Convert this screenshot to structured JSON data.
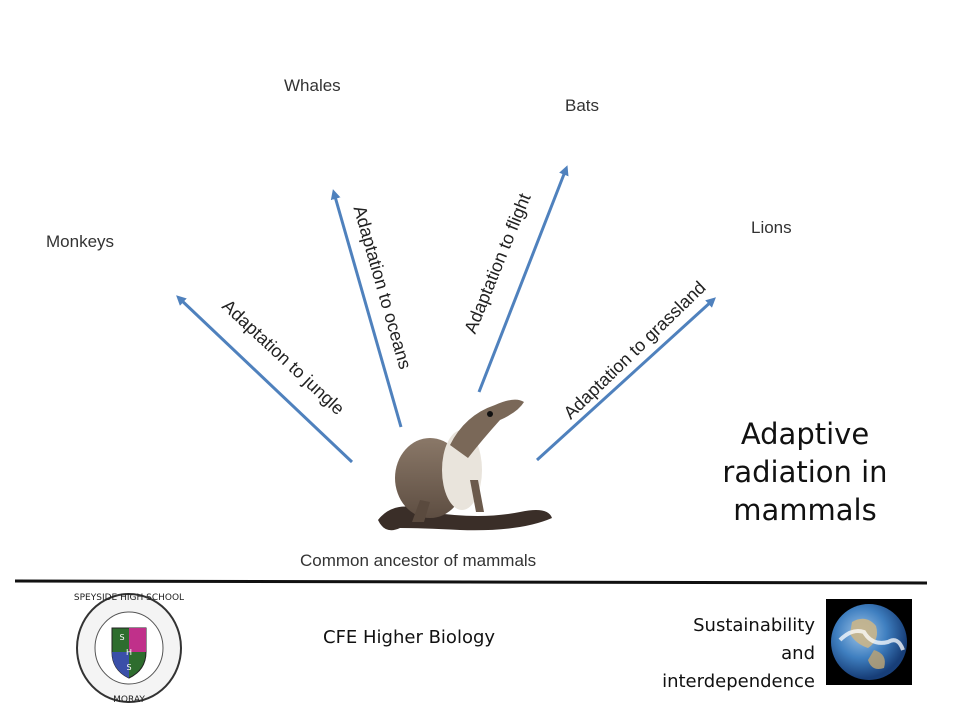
{
  "groups": {
    "whales": "Whales",
    "bats": "Bats",
    "monkeys": "Monkeys",
    "lions": "Lions"
  },
  "adaptations": {
    "jungle": "Adaptation to jungle",
    "oceans": "Adaptation to oceans",
    "flight": "Adaptation to flight",
    "grassland": "Adaptation to grassland"
  },
  "ancestor_label": "Common ancestor of mammals",
  "title_lines": [
    "Adaptive",
    "radiation in",
    "mammals"
  ],
  "footer": {
    "course": "CFE Higher Biology",
    "topic_lines": [
      "Sustainability",
      "and",
      "interdependence"
    ],
    "school_logo": {
      "top_text": "SPEYSIDE HIGH SCHOOL",
      "bottom_text": "MORAY",
      "shield_letters": [
        "S",
        "H",
        "S"
      ]
    }
  },
  "colors": {
    "arrow": "#4f81bd",
    "rule": "#111111"
  },
  "icons": [
    "mammal-ancestor-illustration",
    "earth-photo",
    "school-crest-icon"
  ]
}
